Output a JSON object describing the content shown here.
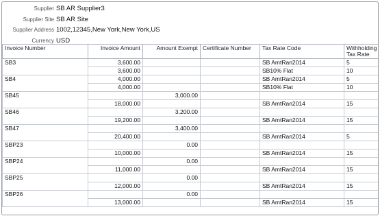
{
  "supplier": {
    "name_label": "Supplier",
    "name_value": "SB AR Supplier3",
    "site_label": "Supplier Site",
    "site_value": "SB AR Site",
    "address_label": "Supplier Address",
    "address_value": "1002,12345,New York,New York,US",
    "currency_label": "Currency",
    "currency_value": "USD"
  },
  "table": {
    "headers": {
      "invoice_number": "Invoice Number",
      "invoice_amount": "Invoice Amount",
      "amount_exempt": "Amount Exempt",
      "certificate_number": "Certificate Number",
      "tax_rate_code": "Tax Rate Code",
      "withholding_tax_rate": "Withholding Tax Rate"
    },
    "rows": [
      [
        "SB3",
        "3,600.00",
        "",
        "",
        "SB AmtRan2014",
        "5"
      ],
      [
        "",
        "3,600.00",
        "",
        "",
        "SB10% Flat",
        "10"
      ],
      [
        "SB4",
        "4,000.00",
        "",
        "",
        "SB AmtRan2014",
        "5"
      ],
      [
        "",
        "4,000.00",
        "",
        "",
        "SB10% Flat",
        "10"
      ],
      [
        "SB45",
        "",
        "3,000.00",
        "",
        "",
        ""
      ],
      [
        "",
        "18,000.00",
        "",
        "",
        "SB AmtRan2014",
        "15"
      ],
      [
        "SB46",
        "",
        "3,200.00",
        "",
        "",
        ""
      ],
      [
        "",
        "19,200.00",
        "",
        "",
        "SB AmtRan2014",
        "15"
      ],
      [
        "SB47",
        "",
        "3,400.00",
        "",
        "",
        ""
      ],
      [
        "",
        "20,400.00",
        "",
        "",
        "SB AmtRan2014",
        "5"
      ],
      [
        "SBP23",
        "",
        "0.00",
        "",
        "",
        ""
      ],
      [
        "",
        "10,000.00",
        "",
        "",
        "SB AmtRan2014",
        "15"
      ],
      [
        "SBP24",
        "",
        "0.00",
        "",
        "",
        ""
      ],
      [
        "",
        "11,000.00",
        "",
        "",
        "SB AmtRan2014",
        "15"
      ],
      [
        "SBP25",
        "",
        "0.00",
        "",
        "",
        ""
      ],
      [
        "",
        "12,000.00",
        "",
        "",
        "SB AmtRan2014",
        "15"
      ],
      [
        "SBP26",
        "",
        "0.00",
        "",
        "",
        ""
      ],
      [
        "",
        "13,000.00",
        "",
        "",
        "SB AmtRan2014",
        "15"
      ]
    ]
  }
}
